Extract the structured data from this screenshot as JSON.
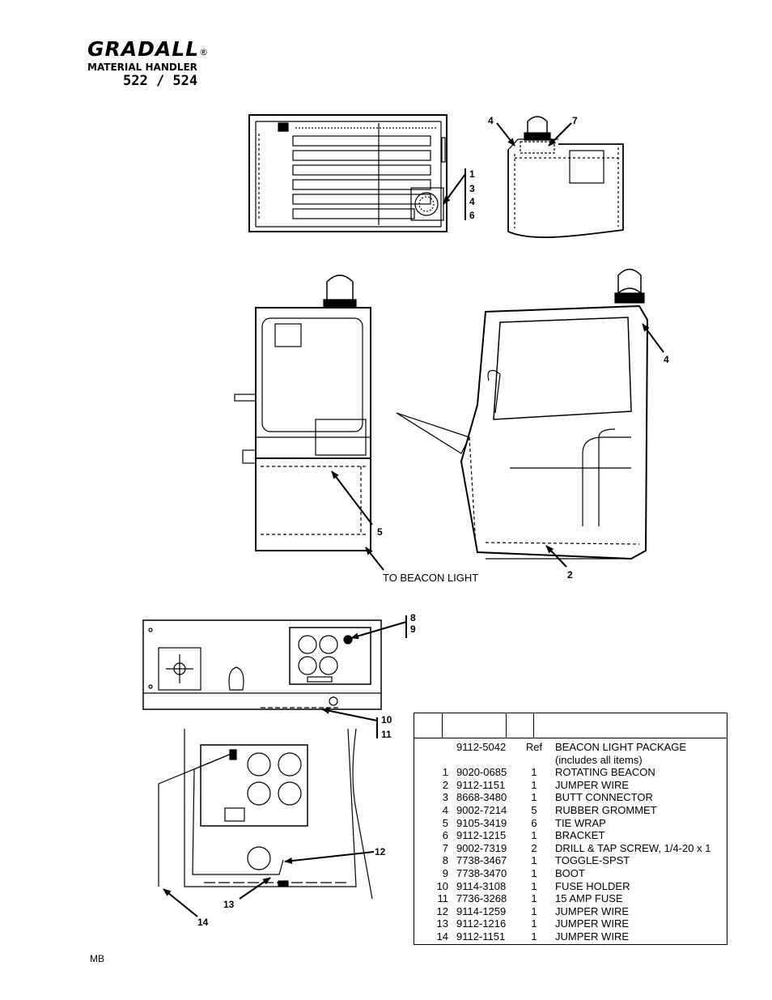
{
  "logo": {
    "brand": "GRADALL",
    "reg": "®",
    "subtitle": "MATERIAL HANDLER",
    "model": "522 / 524"
  },
  "callouts": {
    "c1": "1",
    "c3": "3",
    "c4a": "4",
    "c6": "6",
    "c4b": "4",
    "c7": "7",
    "c4c": "4",
    "c5": "5",
    "c2": "2",
    "c8": "8",
    "c9": "9",
    "c10": "10",
    "c11": "11",
    "c12": "12",
    "c13": "13",
    "c14": "14"
  },
  "note_beacon": "TO BEACON LIGHT",
  "parts": [
    {
      "item": "",
      "part": "9112-5042",
      "qty": "Ref",
      "desc": "BEACON LIGHT PACKAGE"
    },
    {
      "item": "",
      "part": "",
      "qty": "",
      "desc": "(includes all items)"
    },
    {
      "item": "1",
      "part": "9020-0685",
      "qty": "1",
      "desc": "ROTATING BEACON"
    },
    {
      "item": "2",
      "part": "9112-1151",
      "qty": "1",
      "desc": "JUMPER WIRE"
    },
    {
      "item": "3",
      "part": "8668-3480",
      "qty": "1",
      "desc": "BUTT CONNECTOR"
    },
    {
      "item": "4",
      "part": "9002-7214",
      "qty": "5",
      "desc": "RUBBER GROMMET"
    },
    {
      "item": "5",
      "part": "9105-3419",
      "qty": "6",
      "desc": "TIE WRAP"
    },
    {
      "item": "6",
      "part": "9112-1215",
      "qty": "1",
      "desc": "BRACKET"
    },
    {
      "item": "7",
      "part": "9002-7319",
      "qty": "2",
      "desc": "DRILL & TAP SCREW, 1/4-20 x 1"
    },
    {
      "item": "8",
      "part": "7738-3467",
      "qty": "1",
      "desc": "TOGGLE-SPST"
    },
    {
      "item": "9",
      "part": "7738-3470",
      "qty": "1",
      "desc": "BOOT"
    },
    {
      "item": "10",
      "part": "9114-3108",
      "qty": "1",
      "desc": "FUSE HOLDER"
    },
    {
      "item": "11",
      "part": "7736-3268",
      "qty": "1",
      "desc": "15 AMP FUSE"
    },
    {
      "item": "12",
      "part": "9114-1259",
      "qty": "1",
      "desc": "JUMPER WIRE"
    },
    {
      "item": "13",
      "part": "9112-1216",
      "qty": "1",
      "desc": "JUMPER WIRE"
    },
    {
      "item": "14",
      "part": "9112-1151",
      "qty": "1",
      "desc": "JUMPER WIRE"
    }
  ],
  "footer": "MB"
}
